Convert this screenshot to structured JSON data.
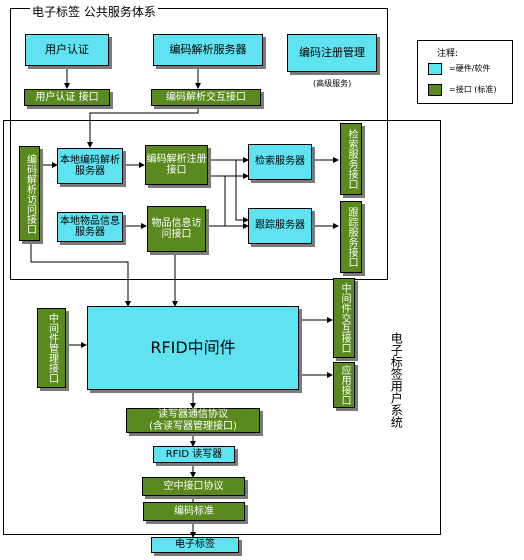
{
  "top_section": {
    "title": "电子标签  公共服务体系",
    "user_auth": "用户认证",
    "decode_server": "编码解析服务器",
    "register_mgmt": "编码注册管理",
    "user_auth_iface": "用户认证 接口",
    "decode_exchange_iface": "编码解析交互接口",
    "note_hq": "(高级服务)"
  },
  "legend": {
    "title": "注释:",
    "hw_label": "=硬件/软件",
    "iface_label": "=接口 (标准)"
  },
  "mid_section": {
    "decode_access_iface": "编码解析访问接口",
    "local_decode_server": "本地编码解析服务器",
    "decode_register_iface": "编码解析注册接口",
    "search_server": "检索服务器",
    "search_server_iface": "检索服务接口",
    "local_item_server": "本地物品信息服务器",
    "item_access_iface": "物品信息访问接口",
    "track_server": "跟踪服务器",
    "track_server_iface": "跟踪服务接口"
  },
  "lower_section": {
    "system_title": "电子标签用户系统",
    "middleware_mgmt_iface": "中间件管理接口",
    "rfid_middleware": "RFID中间件",
    "middleware_exchange_iface": "中间件交互接口",
    "app_iface": "应用接口",
    "reader_protocol_line1": "读写器通信协议",
    "reader_protocol_line2": "(含读写器管理接口)",
    "rfid_reader": "RFID 读写器",
    "air_iface": "空中接口协议",
    "code_standard": "编码标准",
    "tag": "电子标签"
  },
  "colors": {
    "hardware_software": "#5fe3f0",
    "interface_standard": "#5a8a1e"
  }
}
